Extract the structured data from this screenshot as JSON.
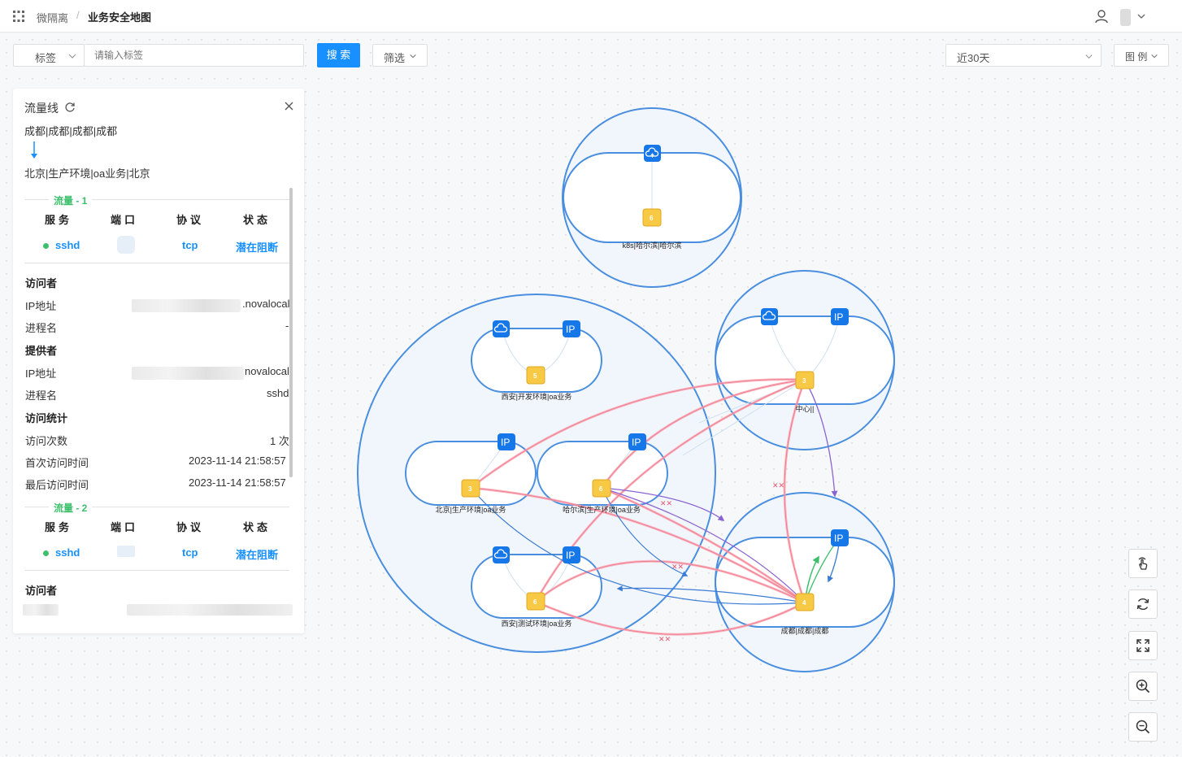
{
  "header": {
    "crumb_parent": "微隔离",
    "crumb_sep": "/",
    "crumb_current": "业务安全地图"
  },
  "toolbar": {
    "tag_select": "标签",
    "tag_placeholder": "请输入标签",
    "search_label": "搜 索",
    "filter_label": "筛选",
    "range_label": "近30天",
    "legend_label": "图 例"
  },
  "panel": {
    "title": "流量线",
    "source": "成都|成都|成都|成都",
    "target": "北京|生产环境|oa业务|北京",
    "flows": [
      {
        "label": "流量 - 1",
        "headers": [
          "服务",
          "端口",
          "协议",
          "状态"
        ],
        "service": "sshd",
        "protocol": "tcp",
        "status": "潜在阻断"
      },
      {
        "label": "流量 - 2",
        "headers": [
          "服务",
          "端口",
          "协议",
          "状态"
        ],
        "service": "sshd",
        "protocol": "tcp",
        "status": "潜在阻断"
      }
    ],
    "visitor": {
      "heading": "访问者",
      "ip_label": "IP地址",
      "ip_value": ".novalocal",
      "proc_label": "进程名",
      "proc_value": "-"
    },
    "provider": {
      "heading": "提供者",
      "ip_label": "IP地址",
      "ip_value": "novalocal",
      "proc_label": "进程名",
      "proc_value": "sshd"
    },
    "stats": {
      "heading": "访问统计",
      "count_label": "访问次数",
      "count_value": "1 次",
      "first_label": "首次访问时间",
      "first_value": "2023-11-14 21:58:57",
      "last_label": "最后访问时间",
      "last_value": "2023-11-14 21:58:57"
    },
    "visitor2_heading": "访问者"
  },
  "graph": {
    "ip_text": "IP",
    "nodes": {
      "k8s": {
        "label": "k8s|哈尔滨|哈尔滨",
        "badge": "6"
      },
      "xian_dev": {
        "label": "西安|开发环境|oa业务",
        "badge": "5"
      },
      "beijing": {
        "label": "北京|生产环境|oa业务",
        "badge": "3"
      },
      "harbin": {
        "label": "哈尔滨|生产环境|oa业务",
        "badge": "6"
      },
      "xian_test": {
        "label": "西安|测试环境|oa业务",
        "badge": "6"
      },
      "center": {
        "label": "中心||",
        "badge": "3"
      },
      "chengdu": {
        "label": "成都|成都|成都",
        "badge": "4"
      }
    }
  }
}
